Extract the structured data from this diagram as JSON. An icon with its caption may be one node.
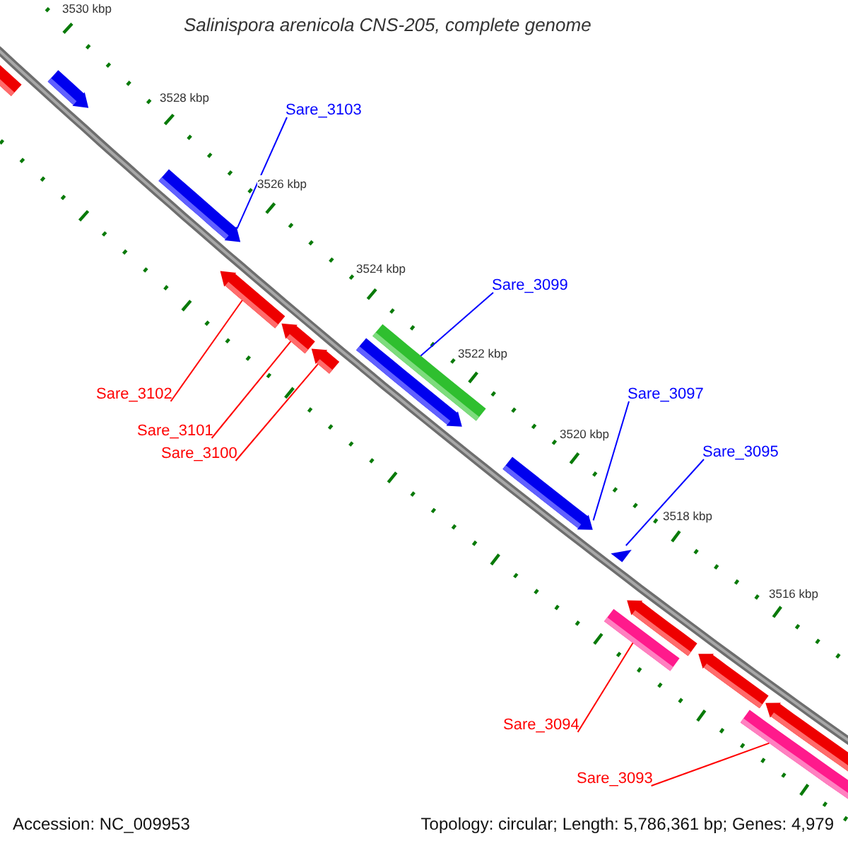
{
  "diagram": {
    "title": "Salinispora arenicola CNS-205, complete genome",
    "nodes": [
      {
        "text": [],
        "shape": "pentagon"
      },
      {
        "text": [],
        "shape": "pentagon"
      },
      {
        "text": [],
        "shape": "pentagon"
      },
      {
        "text": [],
        "shape": "pentagon"
      },
      {
        "text": [],
        "shape": "pentagon"
      },
      {
        "text": [],
        "shape": "pentagon"
      },
      {
        "text": [],
        "shape": "pentagon"
      },
      {
        "text": [],
        "shape": "bar"
      },
      {
        "text": [],
        "shape": "pentagon"
      },
      {
        "text": [],
        "shape": "bar"
      },
      {
        "text": [],
        "shape": "triangle"
      },
      {
        "text": [],
        "shape": "pentagon"
      },
      {
        "text": [],
        "shape": "pentagon"
      },
      {
        "text": [],
        "shape": "bar"
      },
      {
        "text": [],
        "shape": "pentagon"
      },
      {
        "text": [
          "Sare_3103"
        ]
      },
      {
        "text": [
          "Sare_3102"
        ]
      },
      {
        "text": [
          "Sare_3101"
        ]
      },
      {
        "text": [
          "Sare_3100"
        ]
      },
      {
        "text": [
          "Sare_3099"
        ]
      },
      {
        "text": [
          "Sare_3097"
        ]
      },
      {
        "text": [
          "Sare_3095"
        ]
      },
      {
        "text": [
          "Sare_3094"
        ]
      },
      {
        "text": [
          "Sare_3093"
        ]
      }
    ],
    "edges": [
      {
        "from": 15,
        "to": 2,
        "arrow": "none",
        "color": "#0000ff"
      },
      {
        "from": 16,
        "to": 3,
        "arrow": "none"
      },
      {
        "from": 17,
        "to": 4,
        "arrow": "none"
      },
      {
        "from": 18,
        "to": 5,
        "arrow": "none"
      },
      {
        "from": 19,
        "to": 7,
        "arrow": "none",
        "color": "#0000ff"
      },
      {
        "from": 20,
        "to": 8,
        "arrow": "none",
        "color": "#0000ff"
      },
      {
        "from": 21,
        "to": 10,
        "arrow": "none",
        "color": "#0000ff"
      },
      {
        "from": 22,
        "to": 9,
        "arrow": "none"
      },
      {
        "from": 23,
        "to": 13,
        "arrow": "none"
      }
    ],
    "labels": [
      "3530 kbp",
      "3528 kbp",
      "3526 kbp",
      "3524 kbp",
      "3522 kbp",
      "3520 kbp",
      "3518 kbp",
      "3516 kbp",
      "Accession: NC_009953",
      "Topology: circular; Length: 5,786,361 bp; Genes: 4,979"
    ]
  }
}
